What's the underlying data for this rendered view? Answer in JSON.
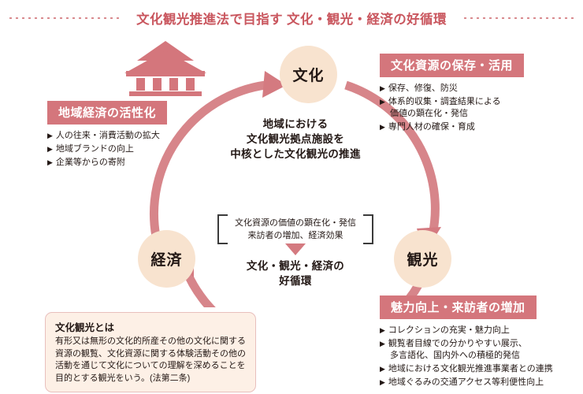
{
  "title": "文化観光推進法で目指す 文化・観光・経済の好循環",
  "colors": {
    "accent": "#c9565e",
    "header_box": "#d4767c",
    "node_fill": "#f8e3cf",
    "arrow": "#d47a80",
    "definition_bg": "#fdf0e6",
    "definition_border": "#e8bfbd"
  },
  "cycle": {
    "nodes": {
      "culture": "文化",
      "economy": "経済",
      "tourism": "観光"
    },
    "center_lines": [
      "地域における",
      "文化観光拠点施設を",
      "中核とした文化観光の推進"
    ],
    "icon": "museum-building-icon",
    "bracket_lines": [
      "文化資源の価値の顕在化・発信",
      "来訪者の増加、経済効果"
    ],
    "result_lines": [
      "文化・観光・経済の",
      "好循環"
    ]
  },
  "panels": {
    "preservation": {
      "heading": "文化資源の保存・活用",
      "bullets": [
        {
          "text": "保存、修復、防災",
          "continuation": null
        },
        {
          "text": "体系的収集・調査結果による",
          "continuation": "価値の顕在化・発信"
        },
        {
          "text": "専門人材の確保・育成",
          "continuation": null
        }
      ]
    },
    "economy": {
      "heading": "地域経済の活性化",
      "bullets": [
        {
          "text": "人の往来・消費活動の拡大",
          "continuation": null
        },
        {
          "text": "地域ブランドの向上",
          "continuation": null
        },
        {
          "text": "企業等からの寄附",
          "continuation": null
        }
      ]
    },
    "attract": {
      "heading": "魅力向上・来訪者の増加",
      "bullets": [
        {
          "text": "コレクションの充実・魅力向上",
          "continuation": null
        },
        {
          "text": "観覧者目線での分かりやすい展示、",
          "continuation": "多言語化、国内外への積極的発信"
        },
        {
          "text": "地域における文化観光推進事業者との連携",
          "continuation": null
        },
        {
          "text": "地域ぐるみの交通アクセス等利便性向上",
          "continuation": null
        }
      ]
    }
  },
  "definition": {
    "heading": "文化観光とは",
    "body": "有形又は無形の文化的所産その他の文化に関する資源の観覧、文化資源に関する体験活動その他の活動を通じて文化についての理解を深めることを目的とする観光をいう。(法第二条)"
  },
  "glyphs": {
    "bullet_triangle": "▶"
  }
}
